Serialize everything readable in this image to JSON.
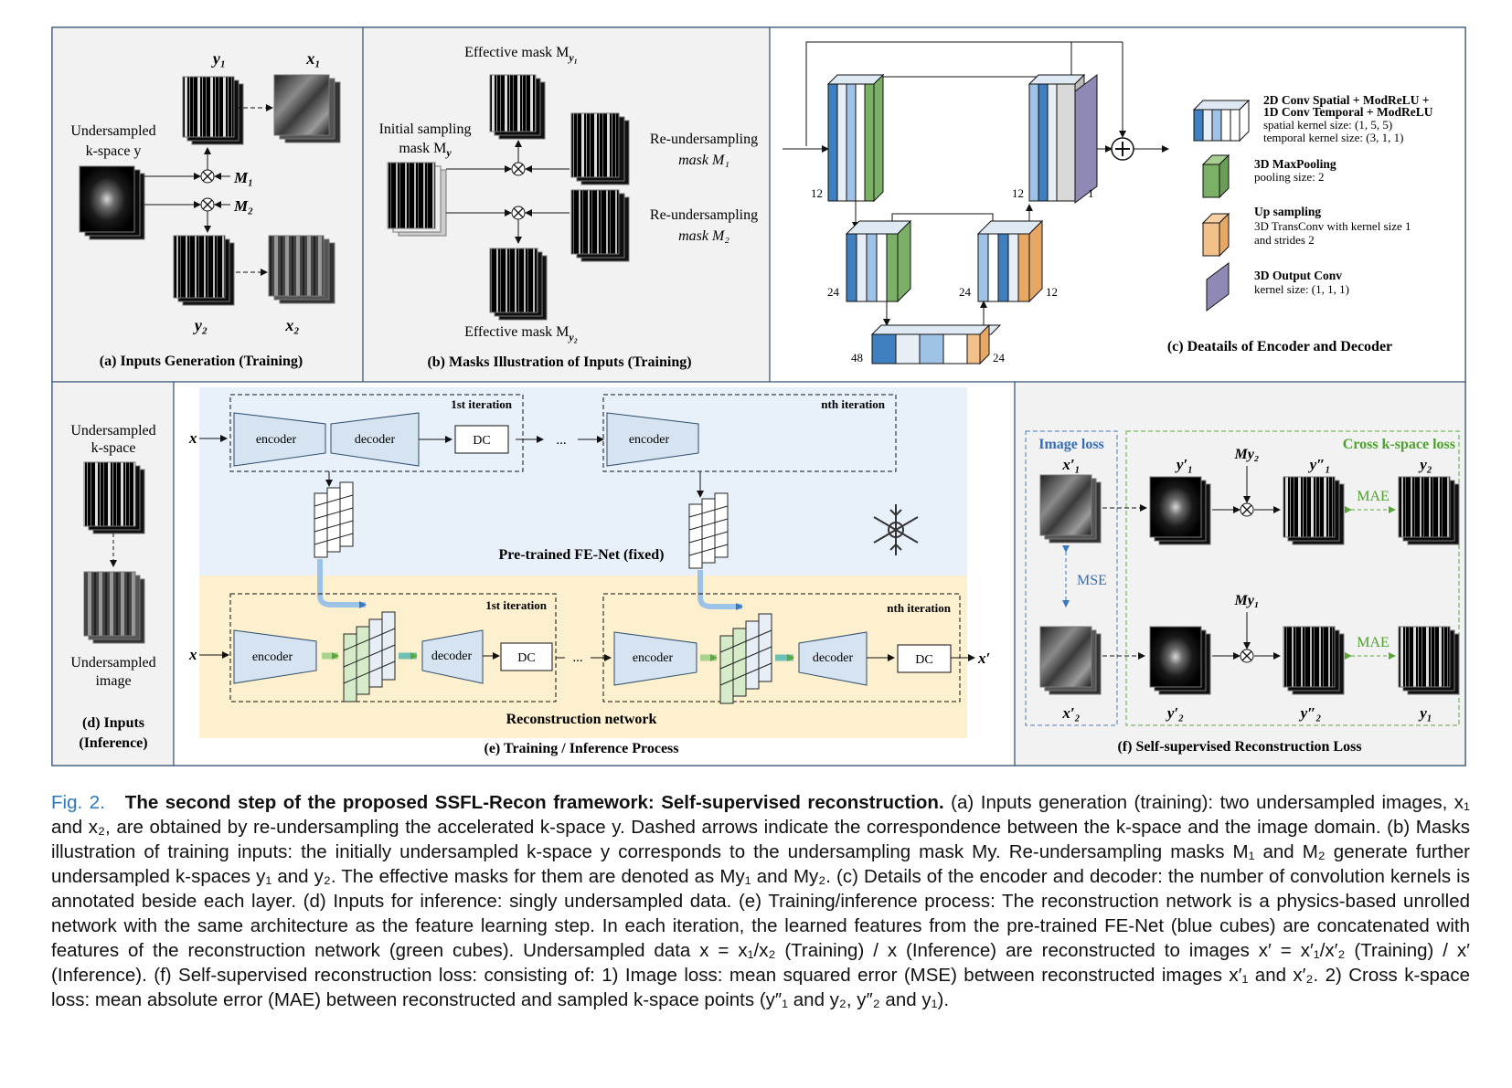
{
  "panel_a": {
    "y1": "y₁",
    "x1": "x₁",
    "y2": "y₂",
    "x2": "x₂",
    "kspace_label_1": "Undersampled",
    "kspace_label_2": "k-space y",
    "m1": "M₁",
    "m2": "M₂",
    "caption": "(a) Inputs Generation (Training)"
  },
  "panel_b": {
    "eff_top": "Effective mask M",
    "eff_top_sub": "y₁",
    "init_1": "Initial sampling",
    "init_2": "mask M",
    "init_sub": "y",
    "re1_1": "Re-undersampling",
    "re1_2": "mask M₁",
    "re2_1": "Re-undersampling",
    "re2_2": "mask M₂",
    "eff_bot": "Effective mask M",
    "eff_bot_sub": "y₂",
    "caption": "(b) Masks Illustration of Inputs (Training)"
  },
  "panel_c": {
    "n12a": "12",
    "n12b": "12",
    "n1": "1",
    "n24a": "24",
    "n24b": "24",
    "n12c": "12",
    "n48": "48",
    "n24c": "24",
    "legend": [
      {
        "title": "2D Conv Spatial + ModReLU + 1D Conv Temporal + ModReLU",
        "lines": [
          "spatial kernel size: (1, 5, 5)",
          "temporal kernel size: (3, 1, 1)"
        ]
      },
      {
        "title": "3D MaxPooling",
        "lines": [
          "pooling size: 2"
        ]
      },
      {
        "title": "Up sampling",
        "lines": [
          "3D TransConv with kernel size 1",
          "and strides 2"
        ]
      },
      {
        "title": "3D Output Conv",
        "lines": [
          "kernel size: (1, 1, 1)"
        ]
      }
    ],
    "caption": "(c) Deatails of Encoder and Decoder"
  },
  "panel_d": {
    "kspace_1": "Undersampled",
    "kspace_2": "k-space",
    "image_1": "Undersampled",
    "image_2": "image",
    "caption_1": "(d) Inputs",
    "caption_2": "(Inference)"
  },
  "panel_e": {
    "x": "x",
    "encoder": "encoder",
    "decoder": "decoder",
    "dc": "DC",
    "dots": "...",
    "iter1": "1st iteration",
    "itern": "nth iteration",
    "fenet": "Pre-trained FE-Net (fixed)",
    "recon": "Reconstruction network",
    "xprime": "x′",
    "caption": "(e) Training / Inference Process"
  },
  "panel_f": {
    "image_loss": "Image loss",
    "cross_loss": "Cross k-space loss",
    "mse": "MSE",
    "mae": "MAE",
    "x1p": "x′₁",
    "y1p": "y′₁",
    "my2": "My₂",
    "y1pp": "y″₁",
    "y2": "y₂",
    "x2p": "x′₂",
    "y2p": "y′₂",
    "my1": "My₁",
    "y2pp": "y″₂",
    "y1": "y₁",
    "caption": "(f) Self-supervised Reconstruction Loss"
  },
  "caption": {
    "label": "Fig. 2.",
    "title": "The second step of the proposed SSFL-Recon framework: Self-supervised reconstruction.",
    "body": "(a) Inputs generation (training): two undersampled images, x₁ and x₂, are obtained by re-undersampling the accelerated k-space y. Dashed arrows indicate the correspondence between the k-space and the image domain. (b) Masks illustration of training inputs: the initially undersampled k-space y corresponds to the undersampling mask My. Re-undersampling masks M₁ and M₂ generate further undersampled k-spaces y₁ and y₂. The effective masks for them are denoted as My₁ and My₂. (c) Details of the encoder and decoder: the number of convolution kernels is annotated beside each layer. (d) Inputs for inference: singly undersampled data. (e) Training/inference process: The reconstruction network is a physics-based unrolled network with the same architecture as the feature learning step. In each iteration, the learned features from the pre-trained FE-Net (blue cubes) are concatenated with features of the reconstruction network (green cubes). Undersampled data x = x₁/x₂ (Training) / x (Inference) are reconstructed to images x′ = x′₁/x′₂ (Training) / x′ (Inference). (f) Self-supervised reconstruction loss: consisting of: 1) Image loss: mean squared error (MSE) between reconstructed images x′₁ and x′₂. 2) Cross k-space loss: mean absolute error (MAE) between reconstructed and sampled k-space points (y″₁ and y₂, y″₂ and y₁)."
  }
}
